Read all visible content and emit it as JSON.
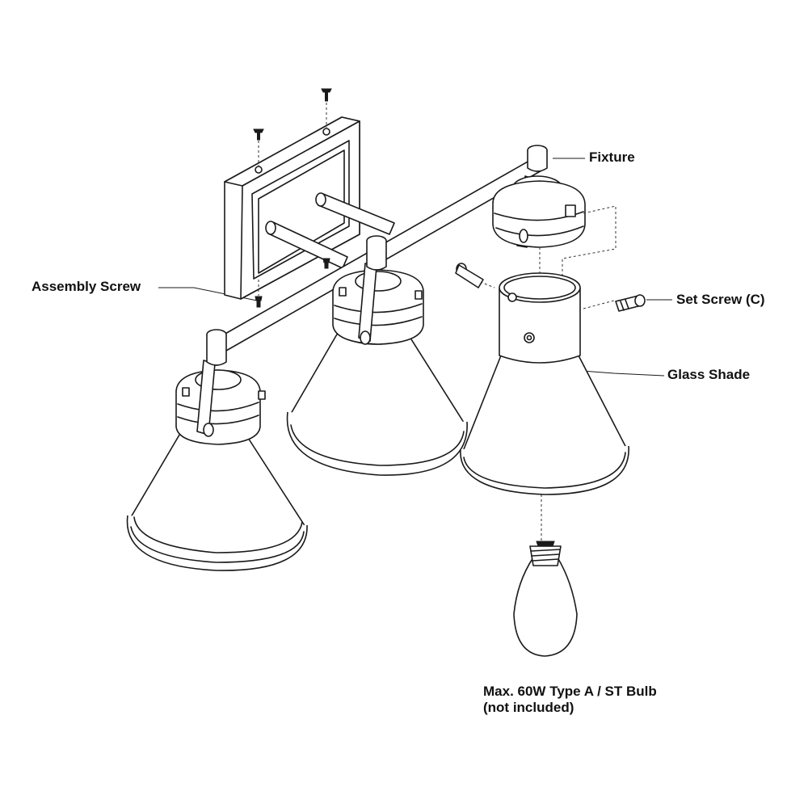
{
  "labels": {
    "fixture": "Fixture",
    "assembly_screw": "Assembly Screw",
    "set_screw": "Set Screw (C)",
    "glass_shade": "Glass Shade",
    "bulb_line1": "Max. 60W Type A / ST Bulb",
    "bulb_line2": "(not included)"
  }
}
